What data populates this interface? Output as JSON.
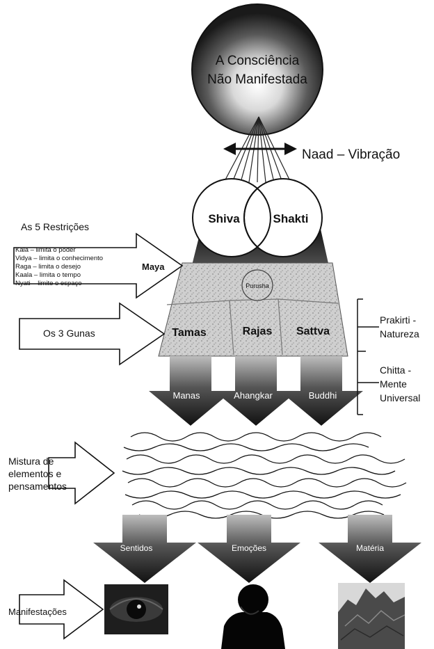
{
  "top": {
    "line1": "A Consciência",
    "line2": "Não Manifestada"
  },
  "naad": "Naad – Vibração",
  "circles": {
    "left": "Shiva",
    "right": "Shakti"
  },
  "restrictions": {
    "title": "As 5 Restrições",
    "items": [
      "Kala – limita o poder",
      "Vidya – limita o conhecimento",
      "Raga – limita o desejo",
      "Kaala – limita o tempo",
      "Nyati – limite o espaço"
    ]
  },
  "maya": "Maya",
  "purusha": "Purusha",
  "gunas": {
    "title": "Os 3 Gunas",
    "items": [
      "Tamas",
      "Rajas",
      "Sattva"
    ]
  },
  "prakriti": {
    "line1": "Prakirti -",
    "line2": "Natureza"
  },
  "chitta": {
    "line1": "Chitta -",
    "line2": "Mente",
    "line3": "Universal"
  },
  "mind_arrows": [
    "Manas",
    "Ahangkar",
    "Buddhi"
  ],
  "mixture": {
    "line1": "Mistura de",
    "line2": "elementos e",
    "line3": "pensamentos"
  },
  "manifest_arrows": [
    "Sentidos",
    "Emoções",
    "Matéria"
  ],
  "manifestations": "Manifestações",
  "colors": {
    "ink": "#111111",
    "paper": "#ffffff",
    "texture": "#c8c8c8"
  }
}
